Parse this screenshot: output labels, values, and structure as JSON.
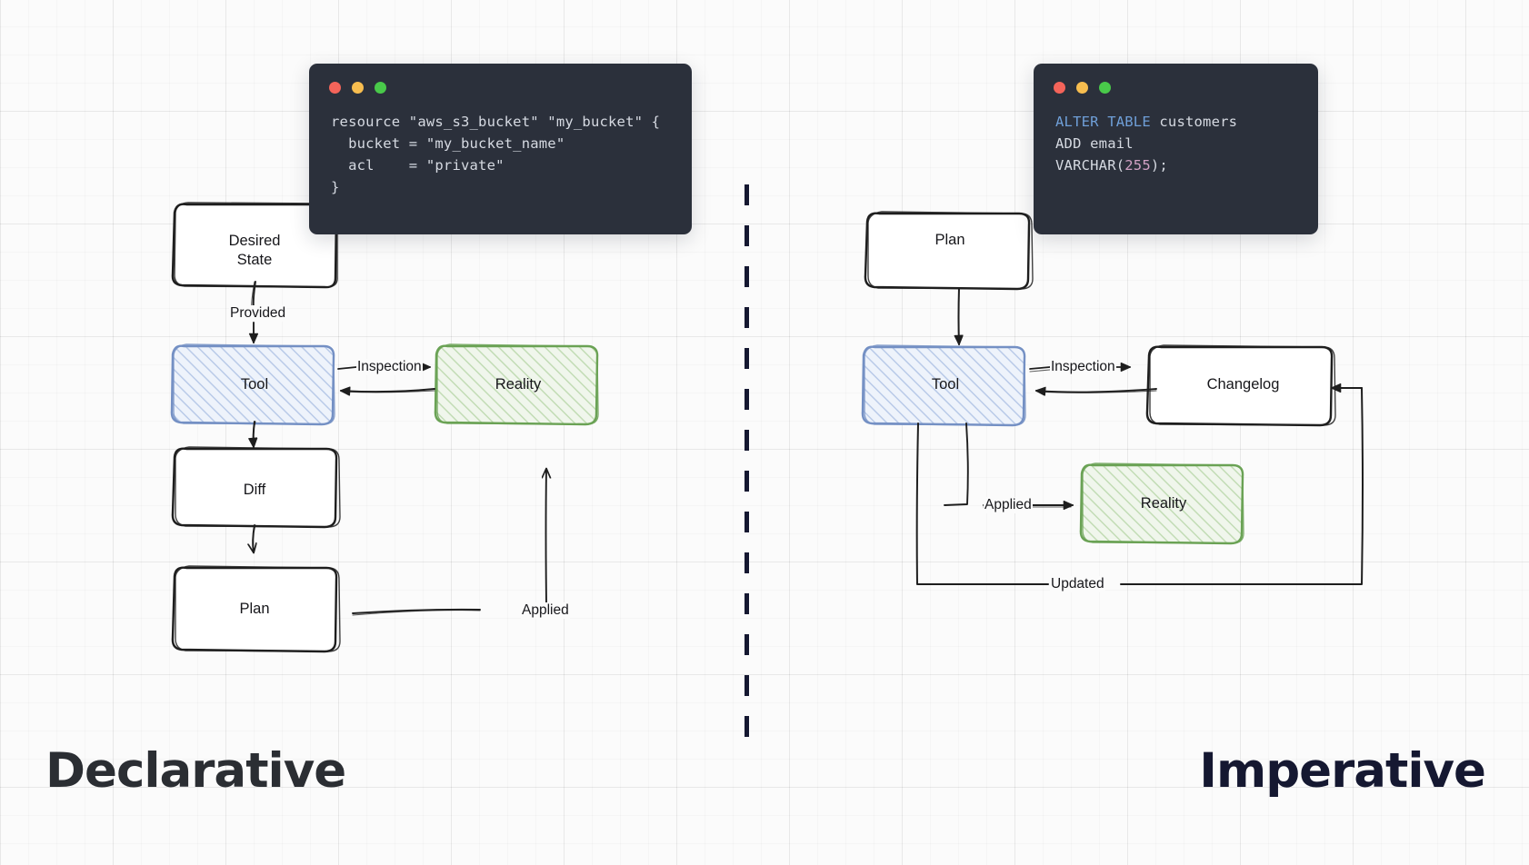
{
  "page": {
    "background_color": "#fbfbfb",
    "grid": "graph-paper",
    "divider_color": "#151831"
  },
  "left_panel": {
    "title": "Declarative",
    "title_color": "#2b2e33",
    "code_window": {
      "traffic_lights": [
        "close-red",
        "minimize-yellow",
        "maximize-green"
      ],
      "language": "hcl",
      "lines": [
        "resource \"aws_s3_bucket\" \"my_bucket\" {",
        "  bucket = \"my_bucket_name\"",
        "  acl    = \"private\"",
        "}"
      ]
    },
    "nodes": [
      {
        "id": "desired-state",
        "label": "Desired\nState",
        "style": "plain",
        "stroke": "#1e1e1e"
      },
      {
        "id": "tool",
        "label": "Tool",
        "style": "hatch",
        "stroke": "#7490c4",
        "fill": "#e8eef9"
      },
      {
        "id": "reality",
        "label": "Reality",
        "style": "hatch",
        "stroke": "#6aa255",
        "fill": "#eaf3e6"
      },
      {
        "id": "diff",
        "label": "Diff",
        "style": "plain",
        "stroke": "#1e1e1e"
      },
      {
        "id": "plan",
        "label": "Plan",
        "style": "plain",
        "stroke": "#1e1e1e"
      }
    ],
    "edges": [
      {
        "from": "desired-state",
        "to": "tool",
        "label": "Provided"
      },
      {
        "from": "tool",
        "to": "reality",
        "label": "Inspection"
      },
      {
        "from": "reality",
        "to": "tool",
        "label": ""
      },
      {
        "from": "tool",
        "to": "diff",
        "label": ""
      },
      {
        "from": "diff",
        "to": "plan",
        "label": ""
      },
      {
        "from": "plan",
        "to": "reality",
        "label": "Applied"
      }
    ]
  },
  "right_panel": {
    "title": "Imperative",
    "title_color": "#151831",
    "code_window": {
      "traffic_lights": [
        "close-red",
        "minimize-yellow",
        "maximize-green"
      ],
      "language": "sql",
      "lines": [
        {
          "tokens": [
            {
              "t": "ALTER TABLE",
              "c": "keyword"
            },
            {
              "t": " customers",
              "c": "plain"
            }
          ]
        },
        {
          "tokens": [
            {
              "t": "ADD email",
              "c": "plain"
            }
          ]
        },
        {
          "tokens": [
            {
              "t": "VARCHAR(",
              "c": "plain"
            },
            {
              "t": "255",
              "c": "number"
            },
            {
              "t": ");",
              "c": "plain"
            }
          ]
        }
      ]
    },
    "nodes": [
      {
        "id": "plan",
        "label": "Plan",
        "style": "plain",
        "stroke": "#1e1e1e"
      },
      {
        "id": "tool",
        "label": "Tool",
        "style": "hatch",
        "stroke": "#7490c4",
        "fill": "#e8eef9"
      },
      {
        "id": "changelog",
        "label": "Changelog",
        "style": "plain",
        "stroke": "#1e1e1e"
      },
      {
        "id": "reality",
        "label": "Reality",
        "style": "hatch",
        "stroke": "#6aa255",
        "fill": "#eaf3e6"
      }
    ],
    "edges": [
      {
        "from": "plan",
        "to": "tool",
        "label": ""
      },
      {
        "from": "tool",
        "to": "changelog",
        "label": "Inspection"
      },
      {
        "from": "changelog",
        "to": "tool",
        "label": ""
      },
      {
        "from": "tool",
        "to": "reality",
        "label": "Applied"
      },
      {
        "from": "tool",
        "to": "changelog",
        "label": "Updated"
      }
    ]
  },
  "colors": {
    "code_background": "#2b303b",
    "code_text": "#d6dae2",
    "keyword": "#6f9fd8",
    "number": "#d1a1c4",
    "blue_node_stroke": "#7490c4",
    "green_node_stroke": "#6aa255",
    "ink": "#1e1e1e"
  }
}
